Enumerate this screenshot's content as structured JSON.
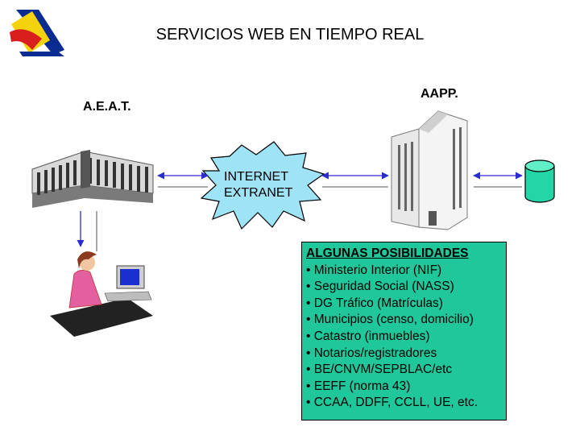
{
  "title": "SERVICIOS WEB EN TIEMPO REAL",
  "labels": {
    "aeat": "A.E.A.T.",
    "aapp": "AAPP."
  },
  "network": {
    "line1": "INTERNET",
    "line2": "EXTRANET"
  },
  "possibilities": {
    "heading": "ALGUNAS POSIBILIDADES",
    "items": [
      "Ministerio Interior (NIF)",
      "Seguridad Social (NASS)",
      "DG Tráfico (Matrículas)",
      "Municipios (censo, domicilio)",
      "Catastro (inmuebles)",
      "Notarios/registradores",
      "BE/CNVM/SEPBLAC/etc",
      "EEFF (norma 43)",
      "CCAA, DDFF, CCLL, UE, etc."
    ]
  },
  "colors": {
    "box": "#1fc79a",
    "burst": "#9fe3f7",
    "arrow": "#2b2bd0",
    "logo_blue": "#0a2b8f",
    "logo_yellow": "#f4d20c",
    "logo_red": "#d81e1e"
  },
  "icons": [
    "aeat-logo-icon",
    "office-building-icon",
    "tower-building-icon",
    "database-icon",
    "user-at-computer-icon",
    "network-burst-icon"
  ]
}
